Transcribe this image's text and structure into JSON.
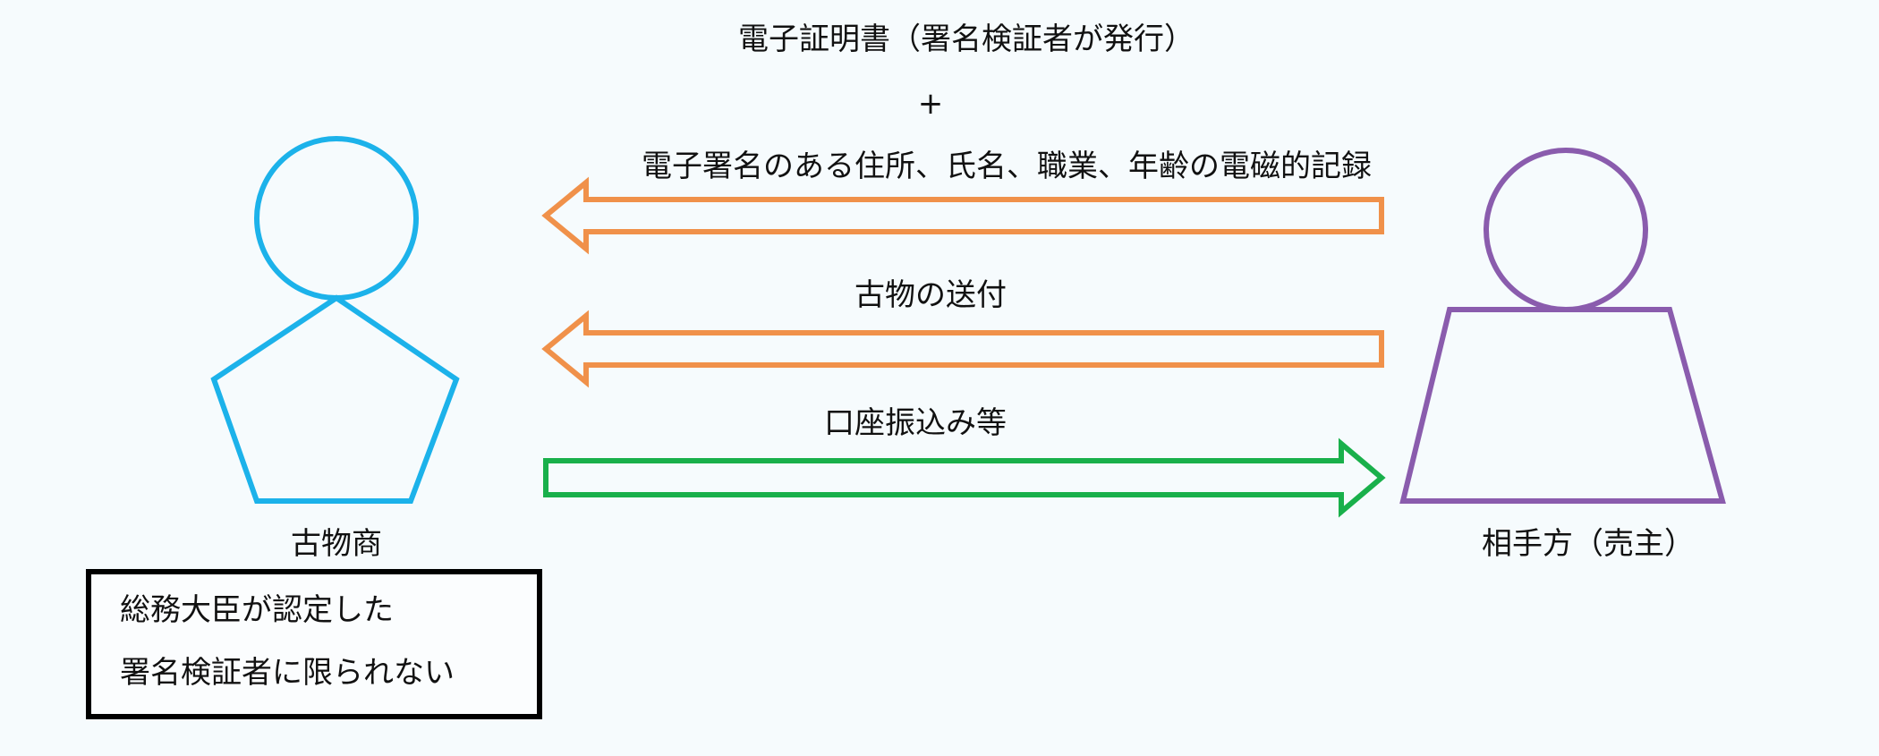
{
  "title_lines": {
    "certificate": "電子証明書（署名検証者が発行）",
    "plus": "+",
    "record": "電子署名のある住所、氏名、職業、年齢の電磁的記録"
  },
  "flows": [
    {
      "label": "古物の送付",
      "direction": "left",
      "color": "#f0914a"
    },
    {
      "label": "口座振込み等",
      "direction": "right",
      "color": "#19b04b"
    }
  ],
  "parties": {
    "dealer": {
      "label": "古物商",
      "color": "#1cb2ea"
    },
    "seller": {
      "label": "相手方（売主）",
      "color": "#8a5cad"
    }
  },
  "note": {
    "line1": "総務大臣が認定した",
    "line2": "署名検証者に限られない"
  },
  "colors": {
    "background": "#f6fbfd",
    "record_arrow": "#f0914a",
    "note_border": "#000000"
  }
}
